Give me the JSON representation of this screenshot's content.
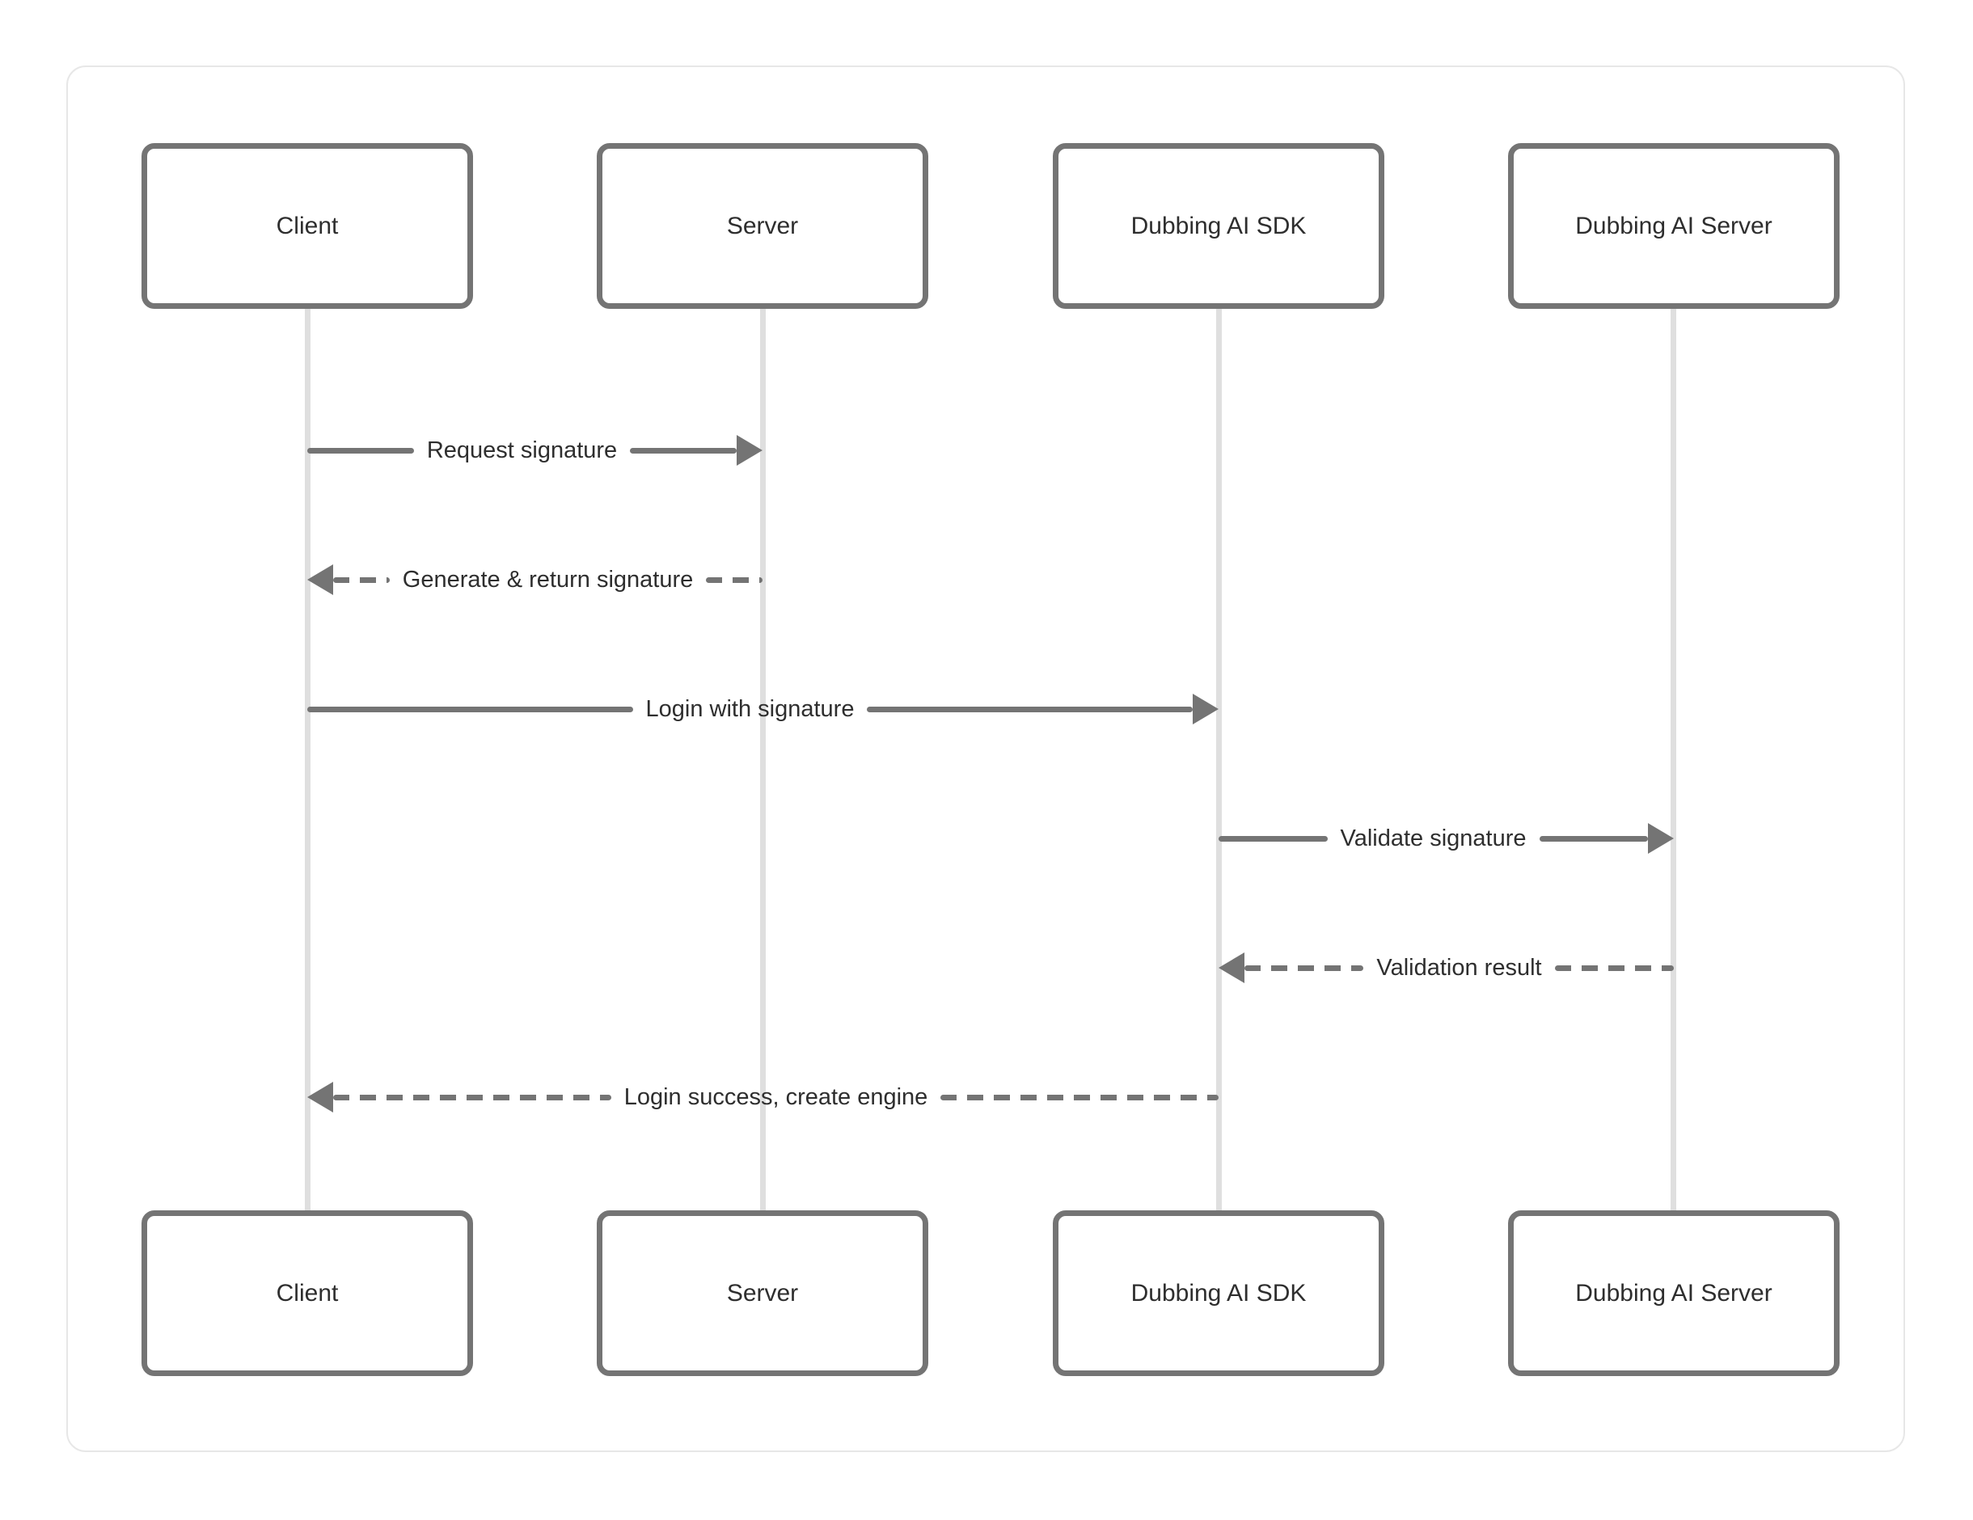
{
  "diagram": {
    "type": "sequence",
    "participants": [
      {
        "id": "client",
        "label": "Client"
      },
      {
        "id": "server",
        "label": "Server"
      },
      {
        "id": "dubbing-ai-sdk",
        "label": "Dubbing AI SDK"
      },
      {
        "id": "dubbing-ai-server",
        "label": "Dubbing AI Server"
      }
    ],
    "messages": [
      {
        "label": "Request signature",
        "from": "client",
        "to": "server",
        "line": "solid",
        "direction": "right"
      },
      {
        "label": "Generate & return signature",
        "from": "server",
        "to": "client",
        "line": "dashed",
        "direction": "left"
      },
      {
        "label": "Login with signature",
        "from": "client",
        "to": "dubbing-ai-sdk",
        "line": "solid",
        "direction": "right"
      },
      {
        "label": "Validate signature",
        "from": "dubbing-ai-sdk",
        "to": "dubbing-ai-server",
        "line": "solid",
        "direction": "right"
      },
      {
        "label": "Validation result",
        "from": "dubbing-ai-server",
        "to": "dubbing-ai-sdk",
        "line": "dashed",
        "direction": "left"
      },
      {
        "label": "Login success, create engine",
        "from": "dubbing-ai-sdk",
        "to": "client",
        "line": "dashed",
        "direction": "left"
      }
    ],
    "colors": {
      "box_border": "#747474",
      "box_fill": "#ffffff",
      "text": "#2e2e2e",
      "lifeline": "#dfdfdf",
      "arrow": "#747474",
      "panel_border": "#e7e7e7",
      "background": "#ffffff"
    }
  }
}
